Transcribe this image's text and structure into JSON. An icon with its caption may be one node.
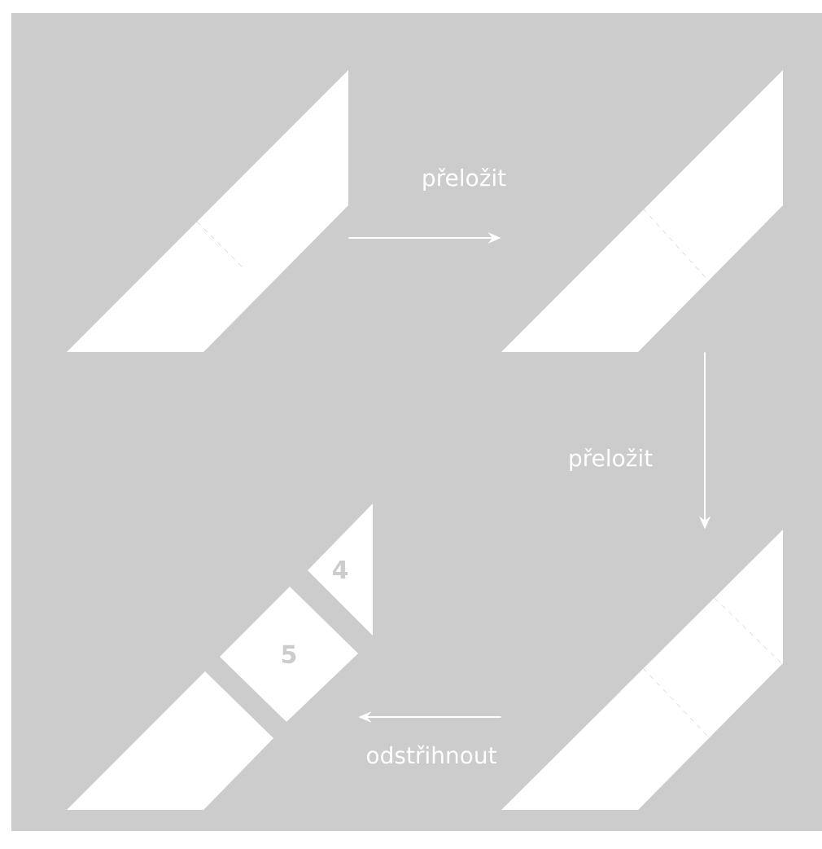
{
  "diagram": {
    "nodes": [
      {
        "text": [],
        "shape": "trapezoid"
      },
      {
        "text": [],
        "shape": "trapezoid"
      },
      {
        "text": [
          "4"
        ]
      },
      {
        "text": [
          "5"
        ]
      },
      {
        "text": [],
        "shape": "trapezoid"
      },
      {
        "text": [],
        "shape": "trapezoid"
      }
    ],
    "edges": [
      {
        "from": 0,
        "to": 1,
        "arrow": "to",
        "label": "přeložit"
      },
      {
        "from": 1,
        "to": 5,
        "arrow": "to",
        "label": "přeložit"
      },
      {
        "from": 5,
        "to": 3,
        "arrow": "to",
        "label": "odstřihnout"
      }
    ]
  }
}
